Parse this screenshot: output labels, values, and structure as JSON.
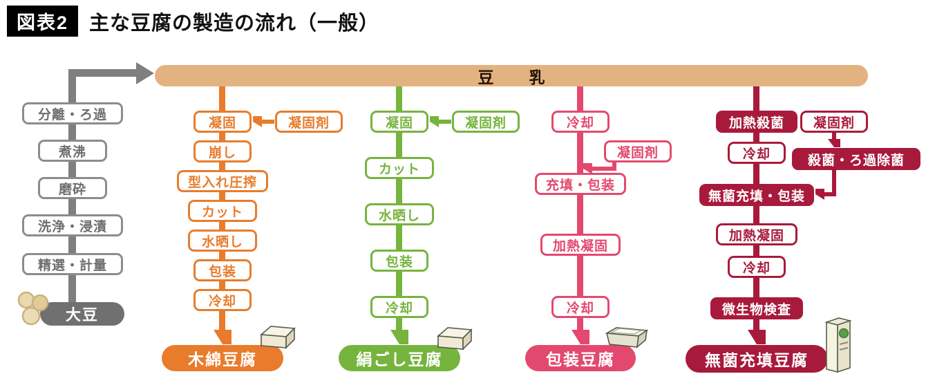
{
  "header": {
    "tag": "図表2",
    "title": "主な豆腐の製造の流れ（一般）"
  },
  "soymilk_bar": {
    "label": "豆　乳"
  },
  "prep": {
    "steps": [
      "分離・ろ過",
      "煮沸",
      "磨砕",
      "洗浄・浸漬",
      "精選・計量"
    ],
    "source": "大豆"
  },
  "momen": {
    "steps": [
      "凝固",
      "崩し",
      "型入れ圧搾",
      "カット",
      "水晒し",
      "包装",
      "冷却"
    ],
    "coagulant": "凝固剤",
    "product": "木綿豆腐"
  },
  "kinugoshi": {
    "steps": [
      "凝固",
      "カット",
      "水晒し",
      "包装",
      "冷却"
    ],
    "coagulant": "凝固剤",
    "product": "絹ごし豆腐"
  },
  "hoso": {
    "steps": [
      "冷却",
      "充填・包装",
      "加熱凝固",
      "冷却"
    ],
    "coagulant": "凝固剤",
    "product": "包装豆腐"
  },
  "mukin": {
    "steps": [
      "加熱殺菌",
      "冷却",
      "無菌充填・包装",
      "加熱凝固",
      "冷却",
      "微生物検査"
    ],
    "coagulant": "凝固剤",
    "side_process": "殺菌・ろ過除菌",
    "product": "無菌充填豆腐"
  },
  "colors": {
    "momen": "#e87c2c",
    "kinugoshi": "#76b43e",
    "hoso": "#e3496f",
    "mukin": "#a81a3c",
    "soymilk_bar": "#e2b280",
    "prep_gray": "#7f7f7f"
  }
}
